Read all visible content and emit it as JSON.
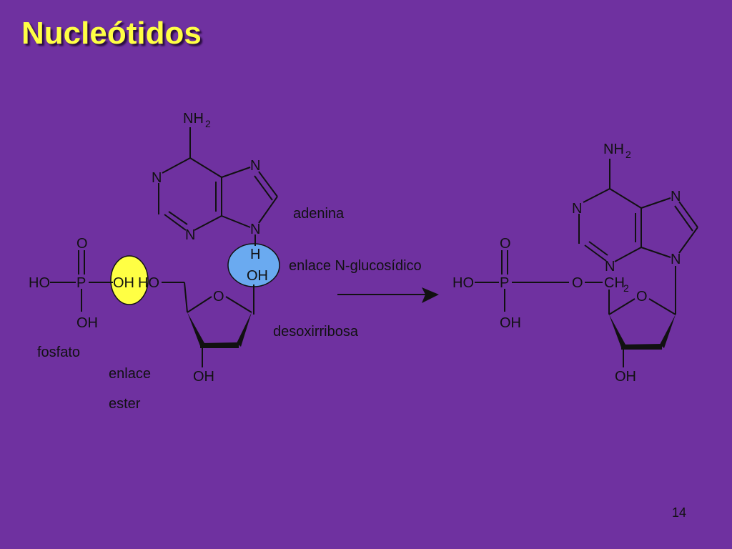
{
  "slide": {
    "title": "Nucleótidos",
    "page_number": "14"
  },
  "left_molecule": {
    "nh2": "NH",
    "nh2_sub": "2",
    "n1": "N",
    "n3": "N",
    "n7": "N",
    "n9": "N",
    "h": "H",
    "oh_blue": "OH",
    "phosphate_o": "O",
    "phosphate_ho": "HO",
    "phosphate_p": "P",
    "phosphate_oh_yellow": "OH",
    "phosphate_oh_bottom": "OH",
    "sugar_ho": "HO",
    "ring_o": "O",
    "sugar_oh": "OH"
  },
  "labels": {
    "adenina": "adenina",
    "glycosidic_bond": "enlace N-glucosídico",
    "desoxirribosa": "desoxirribosa",
    "fosfato": "fosfato",
    "enlace": "enlace",
    "ester": "ester"
  },
  "right_molecule": {
    "nh2": "NH",
    "nh2_sub": "2",
    "n1": "N",
    "n3": "N",
    "n7": "N",
    "n9": "N",
    "phosphate_o": "O",
    "phosphate_ho": "HO",
    "phosphate_p": "P",
    "phosphate_oh": "OH",
    "ester_o": "O",
    "ch2": "CH",
    "ch2_sub": "2",
    "ring_o": "O",
    "sugar_oh": "OH"
  },
  "colors": {
    "background": "#6f31a0",
    "title": "#ffff44",
    "highlight_yellow": "#ffff44",
    "highlight_blue": "#6aaaf0"
  }
}
